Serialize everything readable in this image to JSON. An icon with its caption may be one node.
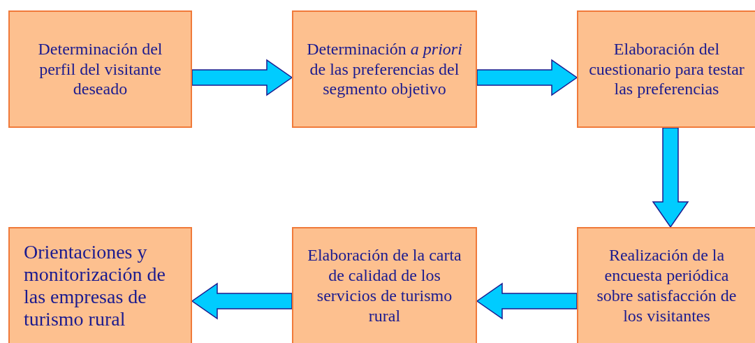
{
  "diagram": {
    "nodes": [
      {
        "text": [
          "Determinación del perfil del visitante deseado"
        ]
      },
      {
        "text": [
          "Determinación *a priori* de las preferencias del segmento objetivo"
        ]
      },
      {
        "text": [
          "Elaboración del cuestionario para testar las preferencias"
        ]
      },
      {
        "text": [
          "Orientaciones y monitorización de las empresas de turismo rural"
        ]
      },
      {
        "text": [
          "Elaboración de la carta de calidad de los servicios de turismo rural"
        ]
      },
      {
        "text": [
          "Realización de la encuesta periódica sobre satisfacción de los visitantes"
        ]
      }
    ],
    "edges": [
      {
        "from": 0,
        "to": 1,
        "arrow": "to"
      },
      {
        "from": 1,
        "to": 2,
        "arrow": "to"
      },
      {
        "from": 2,
        "to": 5,
        "arrow": "to"
      },
      {
        "from": 5,
        "to": 4,
        "arrow": "to"
      },
      {
        "from": 4,
        "to": 3,
        "arrow": "to"
      }
    ]
  }
}
